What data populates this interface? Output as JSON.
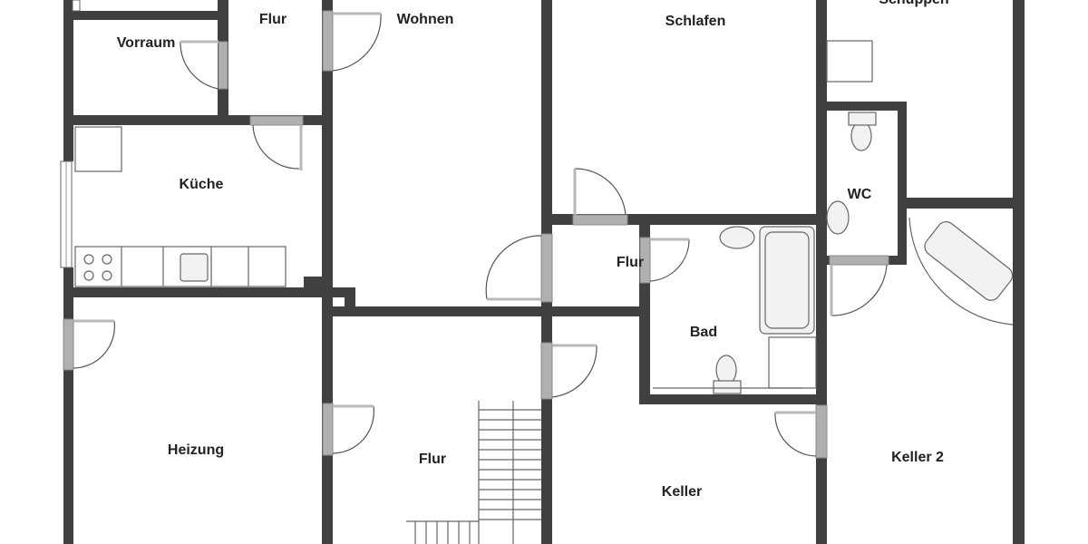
{
  "floor_plan": {
    "wall_color": "#404040",
    "door_color": "#b0b0b0",
    "rooms": [
      {
        "name": "Flur"
      },
      {
        "name": "Vorraum"
      },
      {
        "name": "Wohnen"
      },
      {
        "name": "Schlafen"
      },
      {
        "name": "Schuppen"
      },
      {
        "name": "Küche"
      },
      {
        "name": "WC"
      },
      {
        "name": "Flur"
      },
      {
        "name": "Bad"
      },
      {
        "name": "Heizung"
      },
      {
        "name": "Flur"
      },
      {
        "name": "Keller"
      },
      {
        "name": "Keller 2"
      }
    ]
  }
}
